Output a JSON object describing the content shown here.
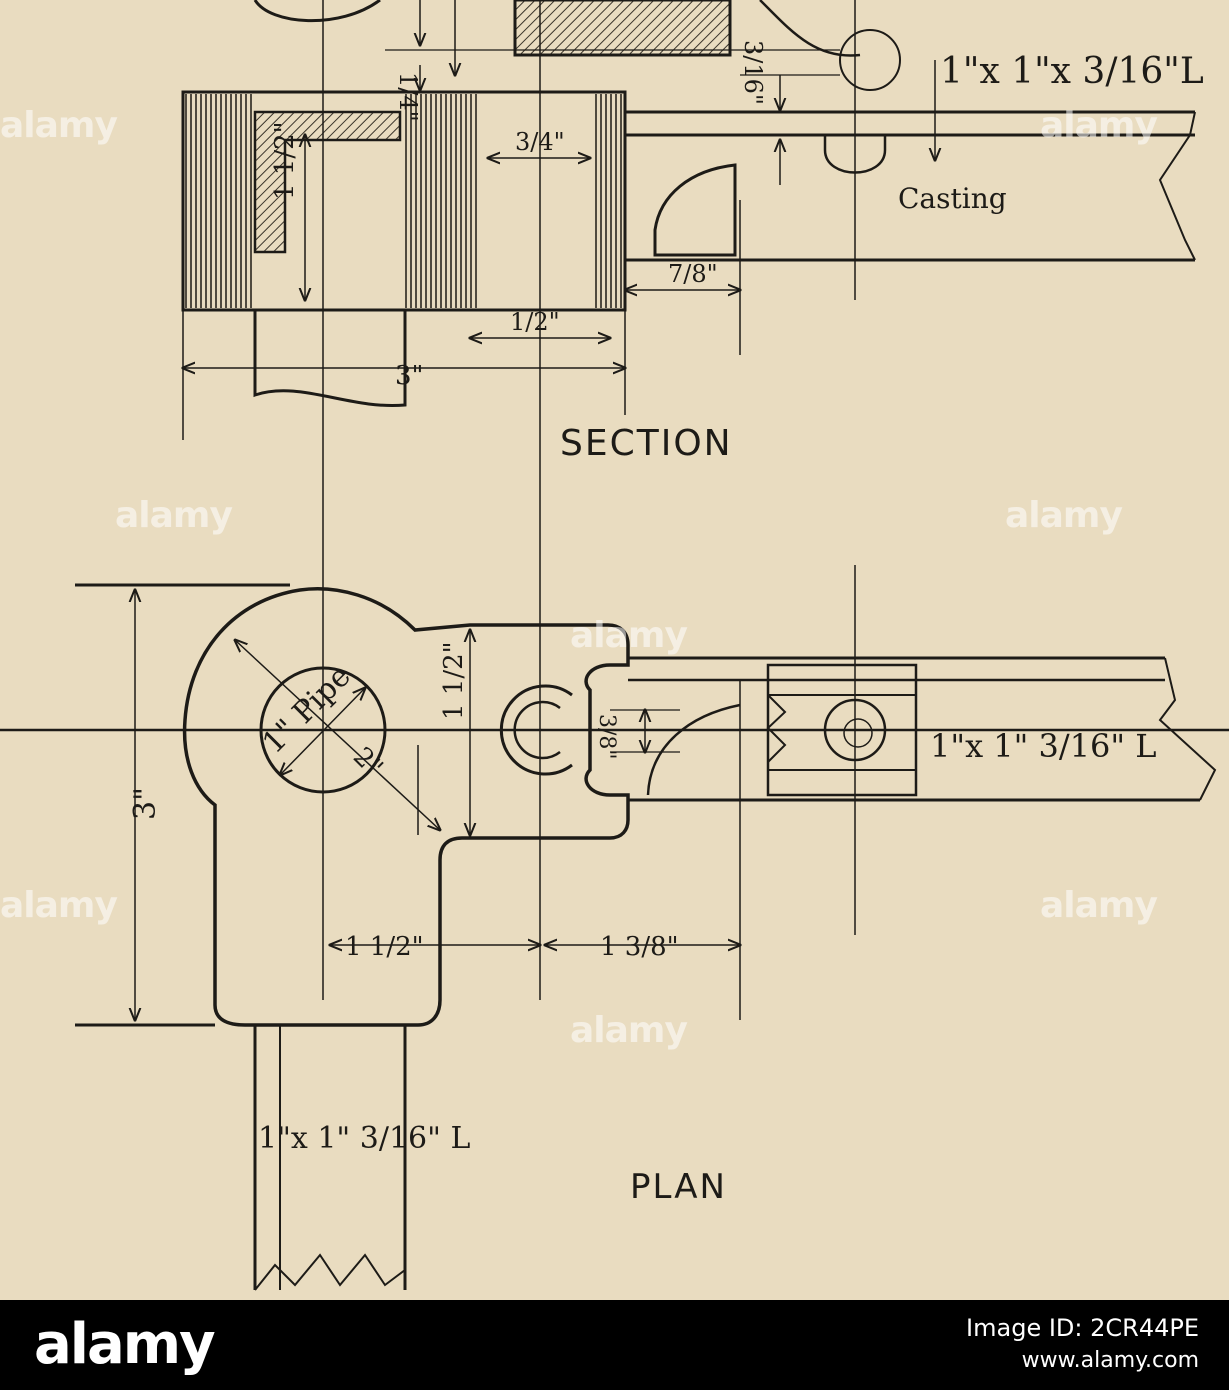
{
  "drawing": {
    "section_caption": "SECTION",
    "plan_caption": "PLAN",
    "labels": {
      "angle_top": "1\"x 1\"x 3/16\"L",
      "casting": "Casting",
      "quarter": "1/4\"",
      "three_sixteenths": "3/16\"",
      "three_quarters": "3/4\"",
      "one_half_vertical": "1 1/2\"",
      "seven_eighths": "7/8\"",
      "one_half": "1/2\"",
      "three_inch": "3\"",
      "pipe": "1\" Pipe",
      "radius_two": "2\"",
      "one_half_plan_vertical": "1 1/2\"",
      "three_eighths": "3/8\"",
      "angle_plan_right": "1\"x 1\" 3/16\" L",
      "three_inch_plan": "3\"",
      "one_half_plan": "1 1/2\"",
      "one_three_eighths": "1 3/8\"",
      "angle_plan_bottom": "1\"x 1\" 3/16\" L"
    }
  },
  "watermark": {
    "text": "alamy"
  },
  "footer": {
    "logo": "alamy",
    "image_id": "Image ID: 2CR44PE",
    "url": "www.alamy.com"
  }
}
